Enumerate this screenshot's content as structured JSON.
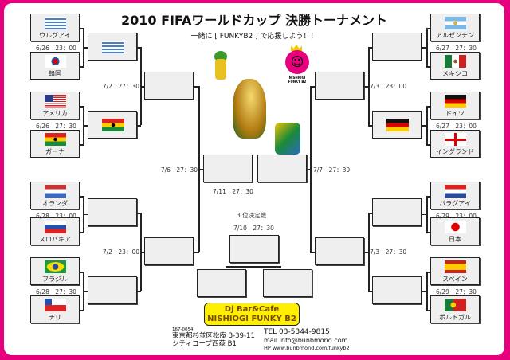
{
  "header": {
    "title": "2010 FIFAワールドカップ 決勝トーナメント",
    "subtitle": "一緒に [ FUNKYB2 ] で応援しよう！！"
  },
  "left": {
    "teams": [
      {
        "name": "ウルグアイ",
        "flag": "uy"
      },
      {
        "name": "韓国",
        "flag": "kr"
      },
      {
        "name": "アメリカ",
        "flag": "us"
      },
      {
        "name": "ガーナ",
        "flag": "gh"
      },
      {
        "name": "オランダ",
        "flag": "nl"
      },
      {
        "name": "スロバキア",
        "flag": "sk"
      },
      {
        "name": "ブラジル",
        "flag": "br"
      },
      {
        "name": "チリ",
        "flag": "cl"
      }
    ],
    "r16_dates": [
      "6/26　23：00",
      "6/26　27：30",
      "6/28　23：00",
      "6/28　27：30"
    ],
    "qf_winners": [
      "uy",
      "gh",
      "",
      ""
    ],
    "qf_dates": [
      "7/2　27：30",
      "7/2　23：00"
    ],
    "sf_date": "7/6　27：30"
  },
  "right": {
    "teams": [
      {
        "name": "アルゼンチン",
        "flag": "ar"
      },
      {
        "name": "メキシコ",
        "flag": "mx"
      },
      {
        "name": "ドイツ",
        "flag": "de"
      },
      {
        "name": "イングランド",
        "flag": "en"
      },
      {
        "name": "パラグアイ",
        "flag": "py"
      },
      {
        "name": "日本",
        "flag": "jp"
      },
      {
        "name": "スペイン",
        "flag": "es"
      },
      {
        "name": "ポルトガル",
        "flag": "pt"
      }
    ],
    "r16_dates": [
      "6/27　27：30",
      "6/27　23：00",
      "6/29　23：00",
      "6/29　27：30"
    ],
    "qf_winners": [
      "",
      "de",
      "",
      ""
    ],
    "qf_dates": [
      "7/3　23：00",
      "7/3　27：30"
    ],
    "sf_date": "7/7　27：30"
  },
  "final": {
    "date": "7/11　27：30"
  },
  "third_place": {
    "label": "3 位決定戦",
    "date": "7/10　27：30"
  },
  "banner": {
    "line1": "Dj Bar&Cafe",
    "line2": "NISHIOGI FUNKY B2"
  },
  "mascot_logo_text": "NISHIOGI FUNKY B2",
  "footer": {
    "postal": "167-0054",
    "address1": "東京都杉並区松庵 3-39-11",
    "address2": "シティコープ西荻 B1",
    "tel": "TEL 03-5344-9815",
    "mail": "mail info@bunbmond.com",
    "hp": "HP www.bunbmond.com/funkyb2"
  }
}
